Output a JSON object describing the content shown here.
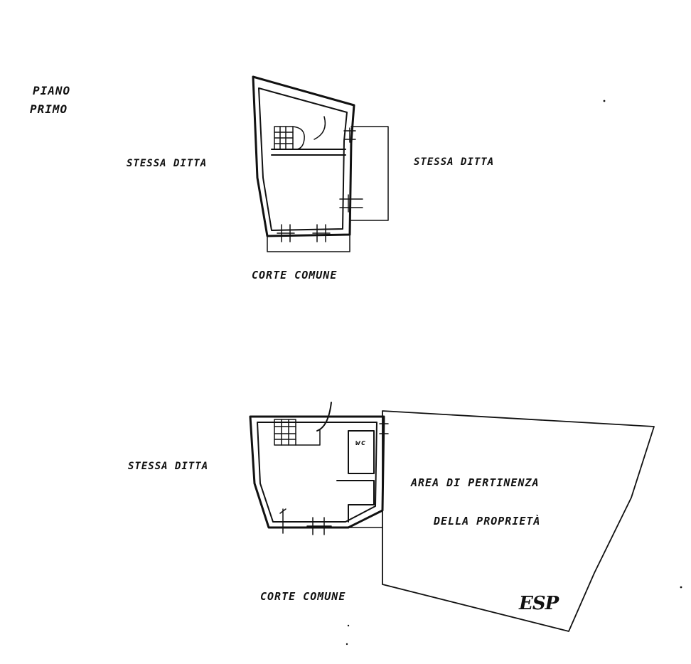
{
  "upper_floor": {
    "title_line1": "PIANO",
    "title_line2": "PRIMO",
    "left_neighbor": "STESSA DITTA",
    "right_neighbor": "STESSA DITTA",
    "bottom_label": "CORTE COMUNE"
  },
  "ground_floor": {
    "left_neighbor": "STESSA DITTA",
    "bottom_label": "CORTE COMUNE",
    "wc_label": "wc",
    "area_line1": "AREA  DI PERTINENZA",
    "area_line2": "DELLA PROPRIETÀ",
    "initials": "ESP"
  }
}
